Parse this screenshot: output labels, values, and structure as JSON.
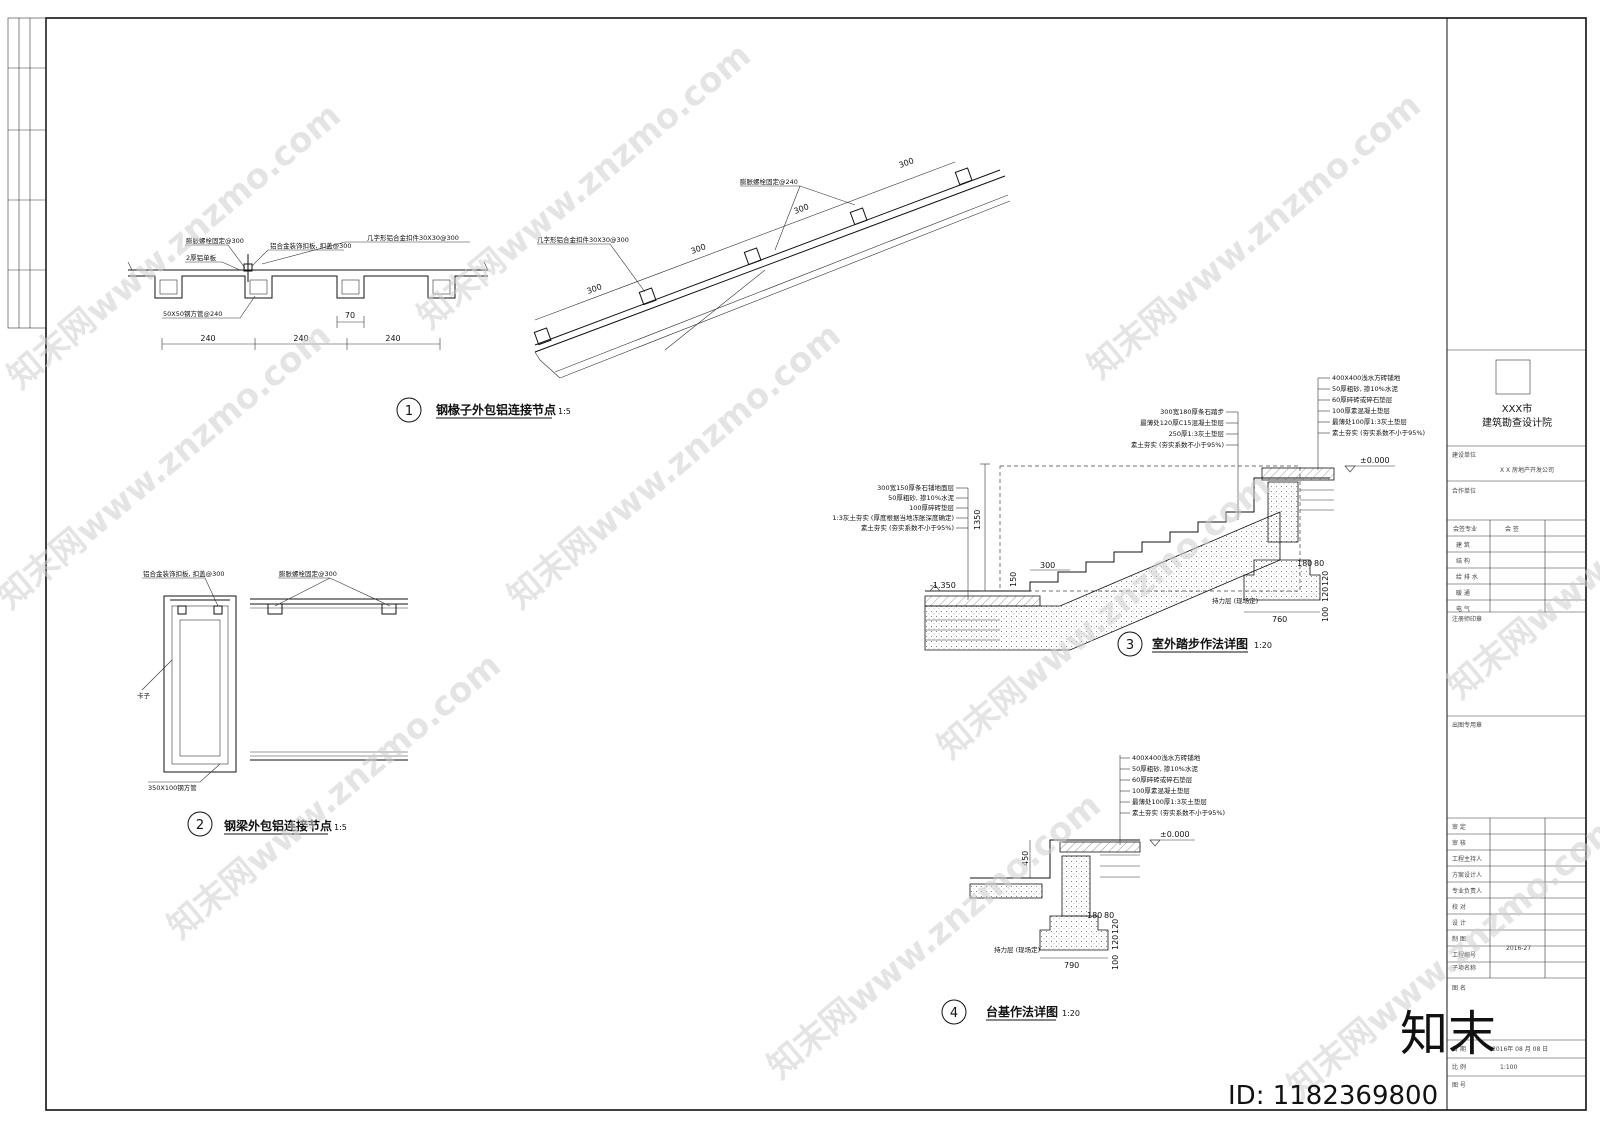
{
  "title_block": {
    "institute_line1": "XXX市",
    "institute_line2": "建筑勘查设计院",
    "construction_unit_label": "建设单位",
    "construction_unit_value": "X X 房地产开发公司",
    "cooperation_unit_label": "合作单位",
    "discipline_header": "会签专业",
    "sign_header": "会  签",
    "disciplines": [
      "建    筑",
      "结    构",
      "给 排 水",
      "暖    通",
      "电    气"
    ],
    "reg_stamp_label": "注册师印章",
    "drawing_stamp_label": "出图专用章",
    "roles": [
      "审    定",
      "审    核",
      "工程主持人",
      "方案设计人",
      "专业负责人",
      "校    对",
      "设    计",
      "制    图",
      "工程编号"
    ],
    "project_no": "2016-27",
    "sub_item_label": "子项名称",
    "sheet_name_label": "图    名",
    "date_label": "日    期",
    "date_value": "2016年 08 月 08 日",
    "scale_label": "比    例",
    "scale_value": "1:100",
    "drawing_no_label": "图    号"
  },
  "details": [
    {
      "num": "1",
      "title": "钢椽子外包铝连接节点",
      "scale": "1:5"
    },
    {
      "num": "2",
      "title": "钢梁外包铝连接节点",
      "scale": "1:5"
    },
    {
      "num": "3",
      "title": "室外踏步作法详图",
      "scale": "1:20"
    },
    {
      "num": "4",
      "title": "台基作法详图",
      "scale": "1:20"
    }
  ],
  "d1": {
    "labels": [
      "膨胀螺栓固定@300",
      "铝合金装饰扣板, 扣盖@300",
      "几字形铝合金扣件30X30@300",
      "2厚铝单板",
      "50X50钢方管@240"
    ],
    "dims": [
      "240",
      "240",
      "240",
      "70"
    ]
  },
  "d1b": {
    "labels": [
      "膨胀螺栓固定@240",
      "几字形铝合金扣件30X30@300"
    ],
    "dims": [
      "300",
      "300",
      "300",
      "300"
    ]
  },
  "d2": {
    "labels": [
      "铝合金装饰扣板, 扣盖@300",
      "膨胀螺栓固定@300",
      "卡子",
      "350X100钢方管"
    ]
  },
  "d3": {
    "top_labels": [
      "400X400浅水方砖铺地",
      "50厚粗砂, 掺10%水泥",
      "60厚碎砖或碎石垫层",
      "100厚素混凝土垫层",
      "最薄处100厚1:3灰土垫层",
      "素土夯实 (夯实系数不小于95%)"
    ],
    "step_labels": [
      "300宽180厚条石踏步",
      "最薄处120厚C15混凝土垫层",
      "250厚1:3灰土垫层",
      "素土夯实 (夯实系数不小于95%)"
    ],
    "left_labels": [
      "300宽150厚条石铺地面层",
      "50厚粗砂, 掺10%水泥",
      "100厚碎砖垫层",
      "1:3灰土夯实 (厚度根据当地冻胀深度确定)",
      "素土夯实 (夯实系数不小于95%)"
    ],
    "elev_top": "±0.000",
    "elev_low": "-1.350",
    "dims": [
      "1350",
      "300",
      "150",
      "180",
      "80",
      "760",
      "100",
      "120",
      "120"
    ],
    "note": "持力层 (现场定)"
  },
  "d4": {
    "labels": [
      "400X400浅水方砖铺地",
      "50厚粗砂, 掺10%水泥",
      "60厚碎砖或碎石垫层",
      "100厚素混凝土垫层",
      "最薄处100厚1:3灰土垫层",
      "素土夯实 (夯实系数不小于95%)"
    ],
    "elev": "±0.000",
    "dims": [
      "450",
      "180",
      "80",
      "790",
      "100",
      "120",
      "120"
    ],
    "note": "持力层 (现场定)"
  },
  "watermark": {
    "text": "知末网www.znzmo.com",
    "logo": "知末",
    "id": "ID: 1182369800"
  }
}
